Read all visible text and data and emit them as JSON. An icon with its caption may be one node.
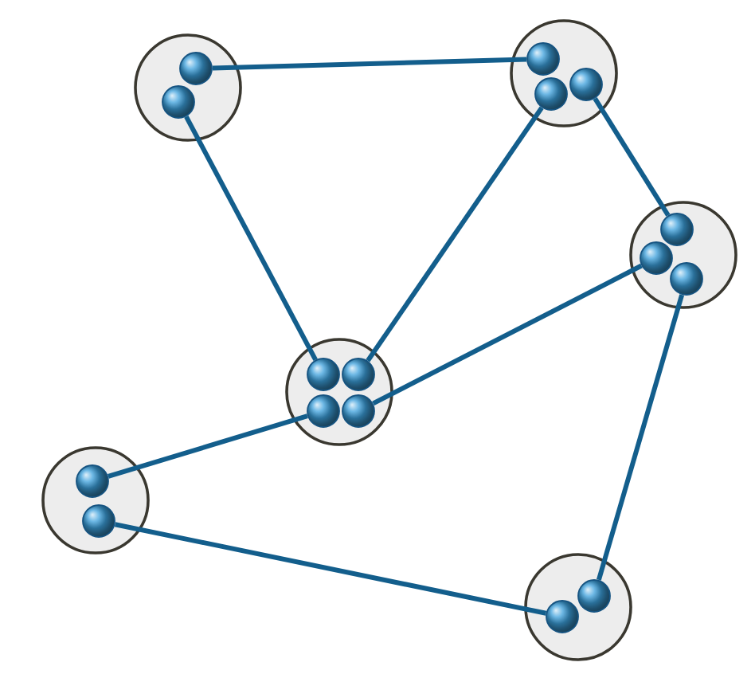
{
  "diagram": {
    "nodes": [
      {
        "text": [],
        "shape": "circle"
      },
      {
        "text": [],
        "shape": "circle",
        "in": 0
      },
      {
        "text": [],
        "shape": "circle",
        "in": 0
      },
      {
        "text": [],
        "shape": "circle"
      },
      {
        "text": [],
        "shape": "circle",
        "in": 3
      },
      {
        "text": [],
        "shape": "circle",
        "in": 3
      },
      {
        "text": [],
        "shape": "circle",
        "in": 3
      },
      {
        "text": [],
        "shape": "circle"
      },
      {
        "text": [],
        "shape": "circle",
        "in": 7
      },
      {
        "text": [],
        "shape": "circle",
        "in": 7
      },
      {
        "text": [],
        "shape": "circle",
        "in": 7
      },
      {
        "text": [],
        "shape": "circle"
      },
      {
        "text": [],
        "shape": "circle",
        "in": 11
      },
      {
        "text": [],
        "shape": "circle",
        "in": 11
      },
      {
        "text": [],
        "shape": "circle",
        "in": 11
      },
      {
        "text": [],
        "shape": "circle",
        "in": 11
      },
      {
        "text": [],
        "shape": "circle"
      },
      {
        "text": [],
        "shape": "circle",
        "in": 16
      },
      {
        "text": [],
        "shape": "circle",
        "in": 16
      },
      {
        "text": [],
        "shape": "circle"
      },
      {
        "text": [],
        "shape": "circle",
        "in": 19
      },
      {
        "text": [],
        "shape": "circle",
        "in": 19
      }
    ],
    "edges": [
      {
        "from": 1,
        "to": 4,
        "arrow": "none"
      },
      {
        "from": 2,
        "to": 12,
        "arrow": "none"
      },
      {
        "from": 5,
        "to": 13,
        "arrow": "none"
      },
      {
        "from": 6,
        "to": 8,
        "arrow": "none"
      },
      {
        "from": 9,
        "to": 15,
        "arrow": "none"
      },
      {
        "from": 10,
        "to": 21,
        "arrow": "none"
      },
      {
        "from": 17,
        "to": 14,
        "arrow": "none"
      },
      {
        "from": 18,
        "to": 20,
        "arrow": "none"
      }
    ]
  }
}
